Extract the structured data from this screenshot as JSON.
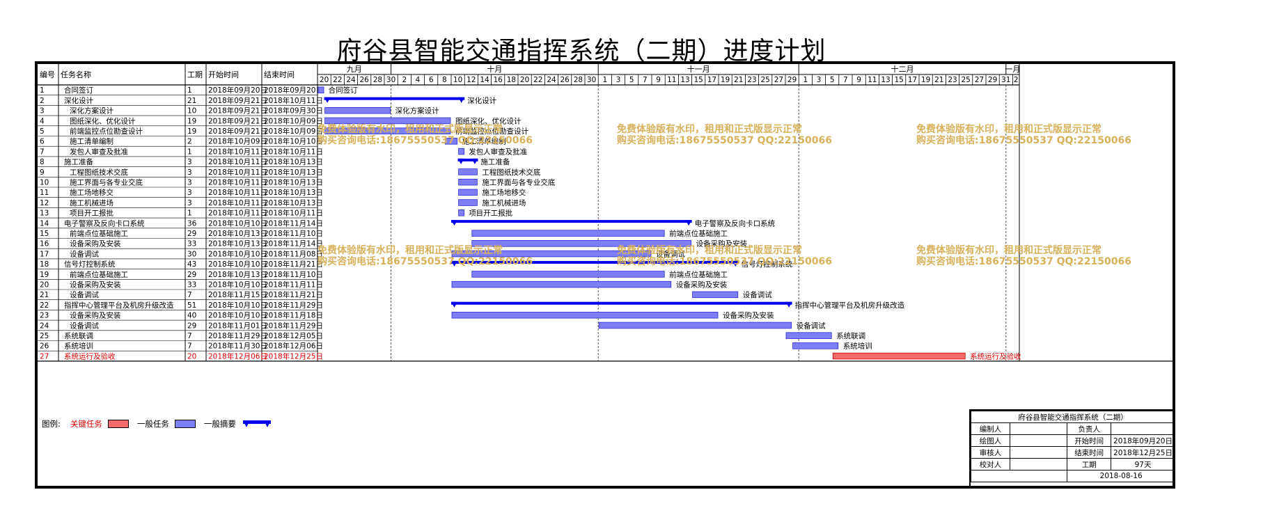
{
  "page": {
    "title": "府谷县智能交通指挥系统（二期）进度计划"
  },
  "columns": {
    "id": "编号",
    "name": "任务名称",
    "dur": "工期",
    "start": "开始时间",
    "end": "结束时间"
  },
  "timeline": {
    "start_date": "2018-09-20",
    "end_date": "2019-01-02",
    "months": [
      {
        "label": "九月",
        "from": "2018-09-20",
        "to": "2018-10-01"
      },
      {
        "label": "十月",
        "from": "2018-10-01",
        "to": "2018-11-01"
      },
      {
        "label": "十一月",
        "from": "2018-11-01",
        "to": "2018-12-01"
      },
      {
        "label": "十二月",
        "from": "2018-12-01",
        "to": "2019-01-01"
      },
      {
        "label": "一月",
        "from": "2019-01-01",
        "to": "2019-01-03"
      }
    ],
    "tick_labels": [
      "20",
      "22",
      "24",
      "26",
      "28",
      "30",
      "2",
      "4",
      "6",
      "8",
      "10",
      "12",
      "14",
      "16",
      "18",
      "20",
      "22",
      "24",
      "26",
      "28",
      "30",
      "1",
      "3",
      "5",
      "7",
      "9",
      "11",
      "13",
      "15",
      "17",
      "19",
      "21",
      "23",
      "25",
      "27",
      "29",
      "1",
      "3",
      "5",
      "7",
      "9",
      "11",
      "13",
      "15",
      "17",
      "19",
      "21",
      "23",
      "25",
      "27",
      "29",
      "31",
      "2"
    ]
  },
  "chart_data": {
    "type": "gantt",
    "title": "府谷县智能交通指挥系统（二期）进度计划",
    "tasks": [
      {
        "id": "1",
        "name": "合同签订",
        "level": 1,
        "dur": "1",
        "start": "2018年09月20日",
        "end": "2018年09月20日",
        "s": "2018-09-20",
        "e": "2018-09-20",
        "kind": "task",
        "critical": false
      },
      {
        "id": "2",
        "name": "深化设计",
        "level": 1,
        "dur": "21",
        "start": "2018年09月21日",
        "end": "2018年10月11日",
        "s": "2018-09-21",
        "e": "2018-10-11",
        "kind": "summary",
        "critical": false
      },
      {
        "id": "3",
        "name": "深化方案设计",
        "level": 2,
        "dur": "10",
        "start": "2018年09月21日",
        "end": "2018年09月30日",
        "s": "2018-09-21",
        "e": "2018-09-30",
        "kind": "task",
        "critical": false
      },
      {
        "id": "4",
        "name": "图纸深化、优化设计",
        "level": 2,
        "dur": "19",
        "start": "2018年09月21日",
        "end": "2018年10月09日",
        "s": "2018-09-21",
        "e": "2018-10-09",
        "kind": "task",
        "critical": false
      },
      {
        "id": "5",
        "name": "前端监控点位勘查设计",
        "level": 2,
        "dur": "19",
        "start": "2018年09月21日",
        "end": "2018年10月09日",
        "s": "2018-09-21",
        "e": "2018-10-09",
        "kind": "task",
        "critical": false
      },
      {
        "id": "6",
        "name": "施工清单编制",
        "level": 2,
        "dur": "2",
        "start": "2018年10月09日",
        "end": "2018年10月10日",
        "s": "2018-10-09",
        "e": "2018-10-10",
        "kind": "task",
        "critical": false
      },
      {
        "id": "7",
        "name": "发包人审查及批准",
        "level": 2,
        "dur": "1",
        "start": "2018年10月11日",
        "end": "2018年10月11日",
        "s": "2018-10-11",
        "e": "2018-10-11",
        "kind": "task",
        "critical": false
      },
      {
        "id": "8",
        "name": "施工准备",
        "level": 1,
        "dur": "3",
        "start": "2018年10月11日",
        "end": "2018年10月13日",
        "s": "2018-10-11",
        "e": "2018-10-13",
        "kind": "summary",
        "critical": false
      },
      {
        "id": "9",
        "name": "工程图纸技术交底",
        "level": 2,
        "dur": "3",
        "start": "2018年10月11日",
        "end": "2018年10月13日",
        "s": "2018-10-11",
        "e": "2018-10-13",
        "kind": "task",
        "critical": false
      },
      {
        "id": "10",
        "name": "施工界面与各专业交底",
        "level": 2,
        "dur": "3",
        "start": "2018年10月11日",
        "end": "2018年10月13日",
        "s": "2018-10-11",
        "e": "2018-10-13",
        "kind": "task",
        "critical": false
      },
      {
        "id": "11",
        "name": "施工场地移交",
        "level": 2,
        "dur": "3",
        "start": "2018年10月11日",
        "end": "2018年10月13日",
        "s": "2018-10-11",
        "e": "2018-10-13",
        "kind": "task",
        "critical": false
      },
      {
        "id": "12",
        "name": "施工机械进场",
        "level": 2,
        "dur": "3",
        "start": "2018年10月11日",
        "end": "2018年10月13日",
        "s": "2018-10-11",
        "e": "2018-10-13",
        "kind": "task",
        "critical": false
      },
      {
        "id": "13",
        "name": "项目开工报批",
        "level": 2,
        "dur": "1",
        "start": "2018年10月11日",
        "end": "2018年10月11日",
        "s": "2018-10-11",
        "e": "2018-10-11",
        "kind": "task",
        "critical": false
      },
      {
        "id": "14",
        "name": "电子警察及反向卡口系统",
        "level": 1,
        "dur": "36",
        "start": "2018年10月10日",
        "end": "2018年11月14日",
        "s": "2018-10-10",
        "e": "2018-11-14",
        "kind": "summary",
        "critical": false
      },
      {
        "id": "15",
        "name": "前端点位基础施工",
        "level": 2,
        "dur": "29",
        "start": "2018年10月13日",
        "end": "2018年11月10日",
        "s": "2018-10-13",
        "e": "2018-11-10",
        "kind": "task",
        "critical": false
      },
      {
        "id": "16",
        "name": "设备采购及安装",
        "level": 2,
        "dur": "33",
        "start": "2018年10月13日",
        "end": "2018年11月14日",
        "s": "2018-10-13",
        "e": "2018-11-14",
        "kind": "task",
        "critical": false
      },
      {
        "id": "17",
        "name": "设备调试",
        "level": 2,
        "dur": "30",
        "start": "2018年10月10日",
        "end": "2018年11月08日",
        "s": "2018-10-10",
        "e": "2018-11-08",
        "kind": "task",
        "critical": false
      },
      {
        "id": "18",
        "name": "信号灯控制系统",
        "level": 1,
        "dur": "43",
        "start": "2018年10月10日",
        "end": "2018年11月21日",
        "s": "2018-10-10",
        "e": "2018-11-21",
        "kind": "summary",
        "critical": false
      },
      {
        "id": "19",
        "name": "前端点位基础施工",
        "level": 2,
        "dur": "29",
        "start": "2018年10月13日",
        "end": "2018年11月10日",
        "s": "2018-10-13",
        "e": "2018-11-10",
        "kind": "task",
        "critical": false
      },
      {
        "id": "20",
        "name": "设备采购及安装",
        "level": 2,
        "dur": "33",
        "start": "2018年10月10日",
        "end": "2018年11月11日",
        "s": "2018-10-10",
        "e": "2018-11-11",
        "kind": "task",
        "critical": false
      },
      {
        "id": "21",
        "name": "设备调试",
        "level": 2,
        "dur": "7",
        "start": "2018年11月15日",
        "end": "2018年11月21日",
        "s": "2018-11-15",
        "e": "2018-11-21",
        "kind": "task",
        "critical": false
      },
      {
        "id": "22",
        "name": "指挥中心管理平台及机房升级改造",
        "level": 1,
        "dur": "51",
        "start": "2018年10月10日",
        "end": "2018年11月29日",
        "s": "2018-10-10",
        "e": "2018-11-29",
        "kind": "summary",
        "critical": false
      },
      {
        "id": "23",
        "name": "设备采购及安装",
        "level": 2,
        "dur": "40",
        "start": "2018年10月10日",
        "end": "2018年11月18日",
        "s": "2018-10-10",
        "e": "2018-11-18",
        "kind": "task",
        "critical": false
      },
      {
        "id": "24",
        "name": "设备调试",
        "level": 2,
        "dur": "29",
        "start": "2018年11月01日",
        "end": "2018年11月29日",
        "s": "2018-11-01",
        "e": "2018-11-29",
        "kind": "task",
        "critical": false
      },
      {
        "id": "25",
        "name": "系统联调",
        "level": 1,
        "dur": "7",
        "start": "2018年11月29日",
        "end": "2018年12月05日",
        "s": "2018-11-29",
        "e": "2018-12-05",
        "kind": "task",
        "critical": false
      },
      {
        "id": "26",
        "name": "系统培训",
        "level": 1,
        "dur": "7",
        "start": "2018年11月30日",
        "end": "2018年12月06日",
        "s": "2018-11-30",
        "e": "2018-12-06",
        "kind": "task",
        "critical": false
      },
      {
        "id": "27",
        "name": "系统运行及验收",
        "level": 1,
        "dur": "20",
        "start": "2018年12月06日",
        "end": "2018年12月25日",
        "s": "2018-12-06",
        "e": "2018-12-25",
        "kind": "task",
        "critical": true
      }
    ]
  },
  "watermark": {
    "line1": "免费体验版有水印，租用和正式版显示正常",
    "line2": "购买咨询电话:18675550537 QQ:22150066"
  },
  "legend": {
    "prefix": "图例:",
    "critical": "关键任务",
    "normal": "一般任务",
    "summary": "一般摘要"
  },
  "titleblock": {
    "project": "府谷县智能交通指挥系统（二期）",
    "compiler_label": "编制人",
    "compiler": "",
    "owner_label": "负责人",
    "owner": "",
    "drafter_label": "绘图人",
    "drafter": "",
    "start_label": "开始时间",
    "start": "2018年09月20日",
    "reviewer_label": "审核人",
    "reviewer": "",
    "end_label": "结束时间",
    "end": "2018年12月25日",
    "checker_label": "校对人",
    "checker": "",
    "duration_label": "工期",
    "duration": "97天",
    "date": "2018-08-16"
  },
  "colors": {
    "task_fill": "#7f7ff5",
    "task_stroke": "#2a2ad8",
    "summary": "#0000ee",
    "critical_fill": "#f46a6a",
    "critical_stroke": "#d00000",
    "critical_text": "#e00000",
    "watermark": "#d8b15a"
  }
}
